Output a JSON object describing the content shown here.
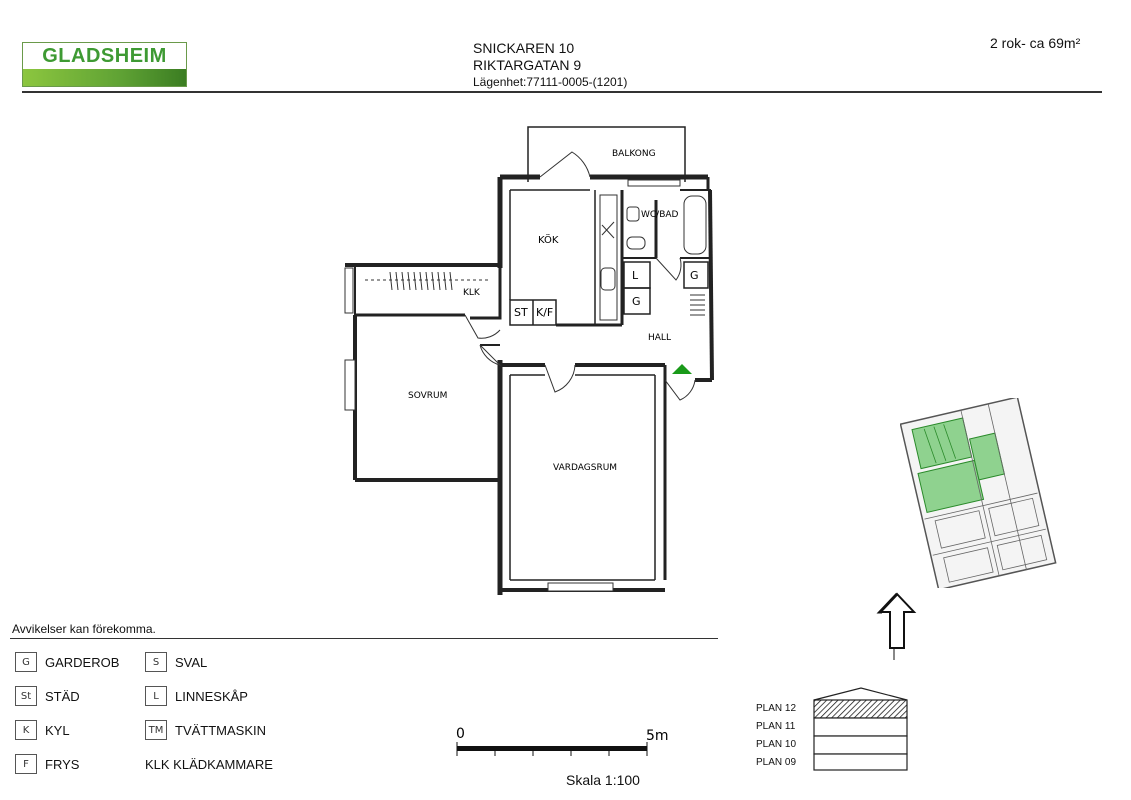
{
  "header": {
    "logo_text": "GLADSHEIM",
    "property": "SNICKAREN 10",
    "street": "RIKTARGATAN 9",
    "apartment": "Lägenhet:77111-0005-(1201)",
    "size": "2 rok- ca 69m²"
  },
  "rooms": {
    "balcony": "BALKONG",
    "kitchen": "KÖK",
    "bathroom": "WC/BAD",
    "walkin": "KLK",
    "hall": "HALL",
    "bedroom": "SOVRUM",
    "living": "VARDAGSRUM"
  },
  "fixtures": {
    "st": "ST",
    "kf": "K/F",
    "l": "L",
    "g1": "G",
    "g2": "G"
  },
  "notice": "Avvikelser kan förekomma.",
  "legend": [
    {
      "code": "G",
      "label": "GARDEROB"
    },
    {
      "code": "S",
      "label": "SVAL"
    },
    {
      "code": "St",
      "label": "STÄD"
    },
    {
      "code": "L",
      "label": "LINNESKÅP"
    },
    {
      "code": "K",
      "label": "KYL"
    },
    {
      "code": "TM",
      "label": "TVÄTTMASKIN"
    },
    {
      "code": "F",
      "label": "FRYS"
    },
    {
      "code": "",
      "label": "KLK KLÄDKAMMARE"
    }
  ],
  "scale": {
    "start": "0",
    "end": "5m",
    "label": "Skala 1:100"
  },
  "plans": [
    "PLAN 12",
    "PLAN 11",
    "PLAN 10",
    "PLAN 09"
  ],
  "colors": {
    "accent_green": "#1a9a1a",
    "logo_green": "#3e9a33"
  }
}
